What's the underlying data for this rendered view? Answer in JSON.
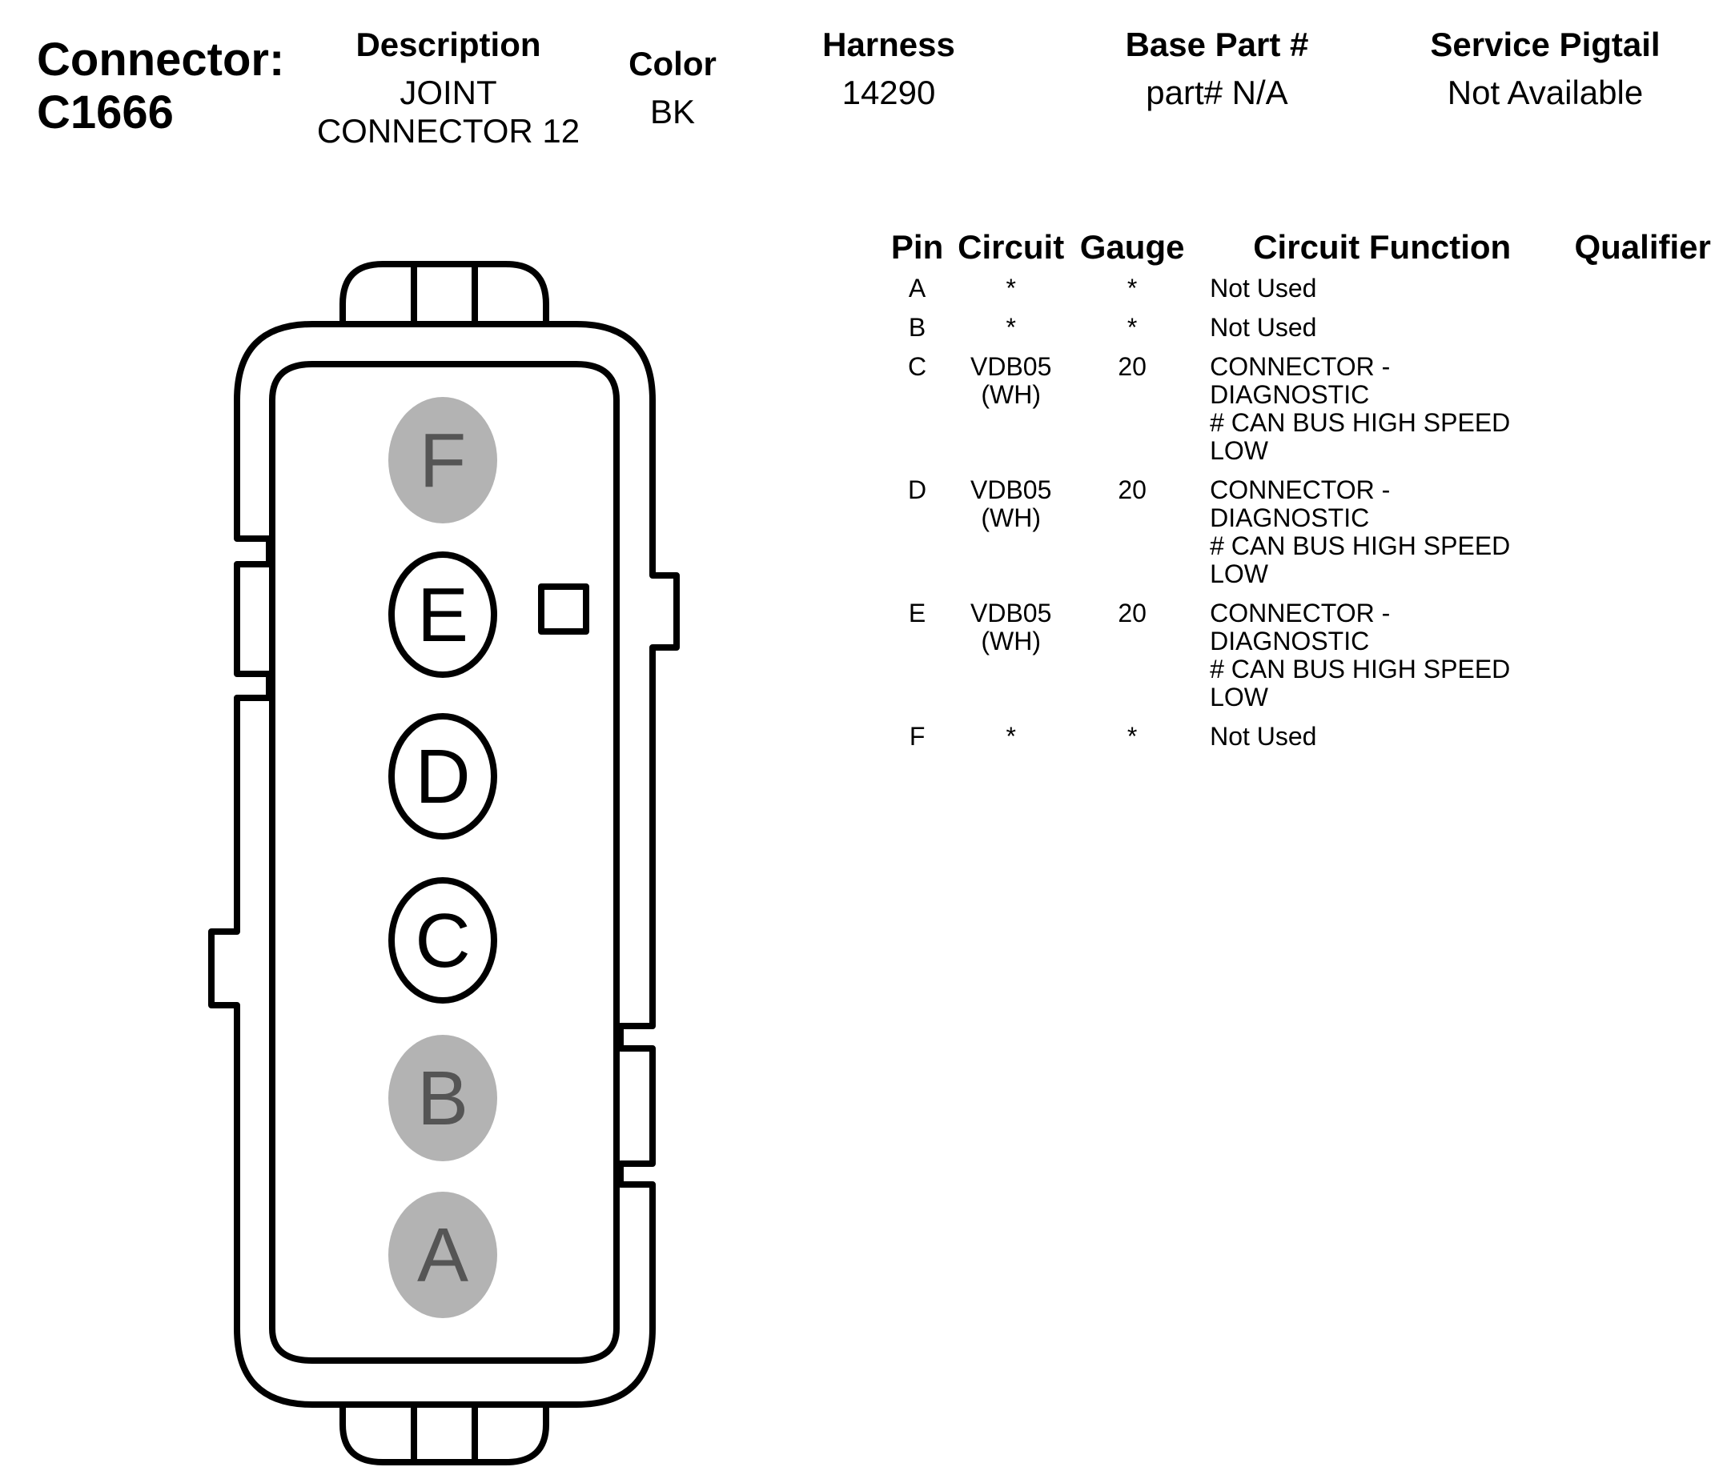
{
  "header": {
    "connector_label": "Connector:",
    "connector_id": "C1666",
    "description_label": "Description",
    "description_line1": "JOINT",
    "description_line2": "CONNECTOR 12",
    "color_label": "Color",
    "color_value": "BK",
    "harness_label": "Harness",
    "harness_value": "14290",
    "base_part_label": "Base Part #",
    "base_part_value": "part# N/A",
    "service_pigtail_label": "Service Pigtail",
    "service_pigtail_value": "Not Available"
  },
  "table": {
    "headers": {
      "pin": "Pin",
      "circuit": "Circuit",
      "gauge": "Gauge",
      "function": "Circuit Function",
      "qualifier": "Qualifier"
    },
    "rows": [
      {
        "pin": "A",
        "circuit": "*",
        "gauge": "*",
        "function": "Not Used",
        "qualifier": ""
      },
      {
        "pin": "B",
        "circuit": "*",
        "gauge": "*",
        "function": "Not Used",
        "qualifier": ""
      },
      {
        "pin": "C",
        "circuit": "VDB05\n(WH)",
        "gauge": "20",
        "function": "CONNECTOR - DIAGNOSTIC\n# CAN BUS HIGH SPEED LOW",
        "qualifier": ""
      },
      {
        "pin": "D",
        "circuit": "VDB05\n(WH)",
        "gauge": "20",
        "function": "CONNECTOR - DIAGNOSTIC\n# CAN BUS HIGH SPEED LOW",
        "qualifier": ""
      },
      {
        "pin": "E",
        "circuit": "VDB05\n(WH)",
        "gauge": "20",
        "function": "CONNECTOR - DIAGNOSTIC\n# CAN BUS HIGH SPEED LOW",
        "qualifier": ""
      },
      {
        "pin": "F",
        "circuit": "*",
        "gauge": "*",
        "function": "Not Used",
        "qualifier": ""
      }
    ]
  },
  "connector_face": {
    "pins": [
      {
        "label": "F",
        "used": false
      },
      {
        "label": "E",
        "used": true
      },
      {
        "label": "D",
        "used": true
      },
      {
        "label": "C",
        "used": true
      },
      {
        "label": "B",
        "used": false
      },
      {
        "label": "A",
        "used": false
      }
    ],
    "colors": {
      "outline": "#000000",
      "unused_fill": "#b3b3b3",
      "unused_text": "#555555",
      "used_fill": "#ffffff",
      "used_text": "#000000"
    }
  }
}
